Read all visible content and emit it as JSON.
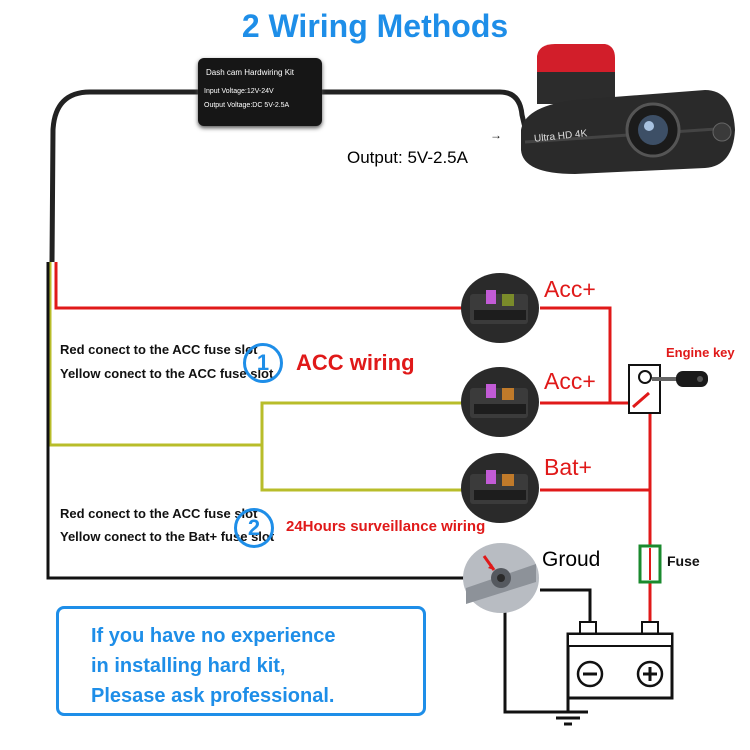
{
  "title": "2 Wiring Methods",
  "kit": {
    "name": "Dash cam Hardwiring Kit",
    "input": "Input Voltage:12V-24V",
    "output": "Output Voltage:DC 5V-2.5A"
  },
  "camera": {
    "label": "Ultra HD 4K"
  },
  "output_label": "Output: 5V-2.5A",
  "fuse_slots": {
    "slot1": "Acc+",
    "slot2": "Acc+",
    "slot3": "Bat+",
    "ground": "Groud"
  },
  "method1": {
    "number": "1",
    "title": "ACC wiring",
    "note_red": "Red conect to the ACC fuse slot",
    "note_yellow": "Yellow conect to the ACC fuse slot"
  },
  "method2": {
    "number": "2",
    "title": "24Hours surveillance wiring",
    "note_red": "Red conect to the ACC fuse slot",
    "note_yellow": "Yellow conect to the Bat+ fuse slot"
  },
  "engine_key_label": "Engine key",
  "fuse_label": "Fuse",
  "warning": {
    "line1": "If you have no experience",
    "line2": "in installing hard kit,",
    "line3": "Plesase ask professional."
  },
  "colors": {
    "title_blue": "#1e8ee8",
    "red_wire": "#e01919",
    "yellow_wire": "#b8bd2a",
    "black_wire": "#111111",
    "fuse_green": "#1a8a2e"
  },
  "icons": {
    "engine_key": "car-key-icon",
    "battery": "battery-icon",
    "fuse": "fuse-icon",
    "ground": "ground-symbol-icon"
  }
}
